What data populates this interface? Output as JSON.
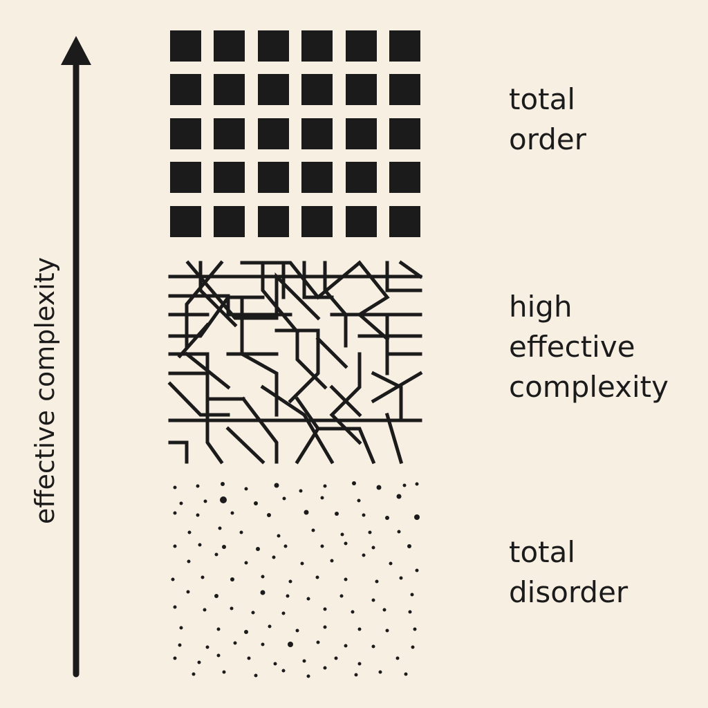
{
  "axis": {
    "label": "effective complexity"
  },
  "levels": [
    {
      "id": "order",
      "lines": [
        "total",
        "order"
      ]
    },
    {
      "id": "complex",
      "lines": [
        "high",
        "effective",
        "complexity"
      ]
    },
    {
      "id": "disorder",
      "lines": [
        "total",
        "disorder"
      ]
    }
  ],
  "colors": {
    "background": "#f8efe3",
    "ink": "#1b1b1b"
  },
  "icons": {
    "axis": "up-arrow-icon",
    "order": "square-grid-pattern",
    "complex": "tangled-path-pattern",
    "disorder": "scattered-dots-pattern"
  }
}
